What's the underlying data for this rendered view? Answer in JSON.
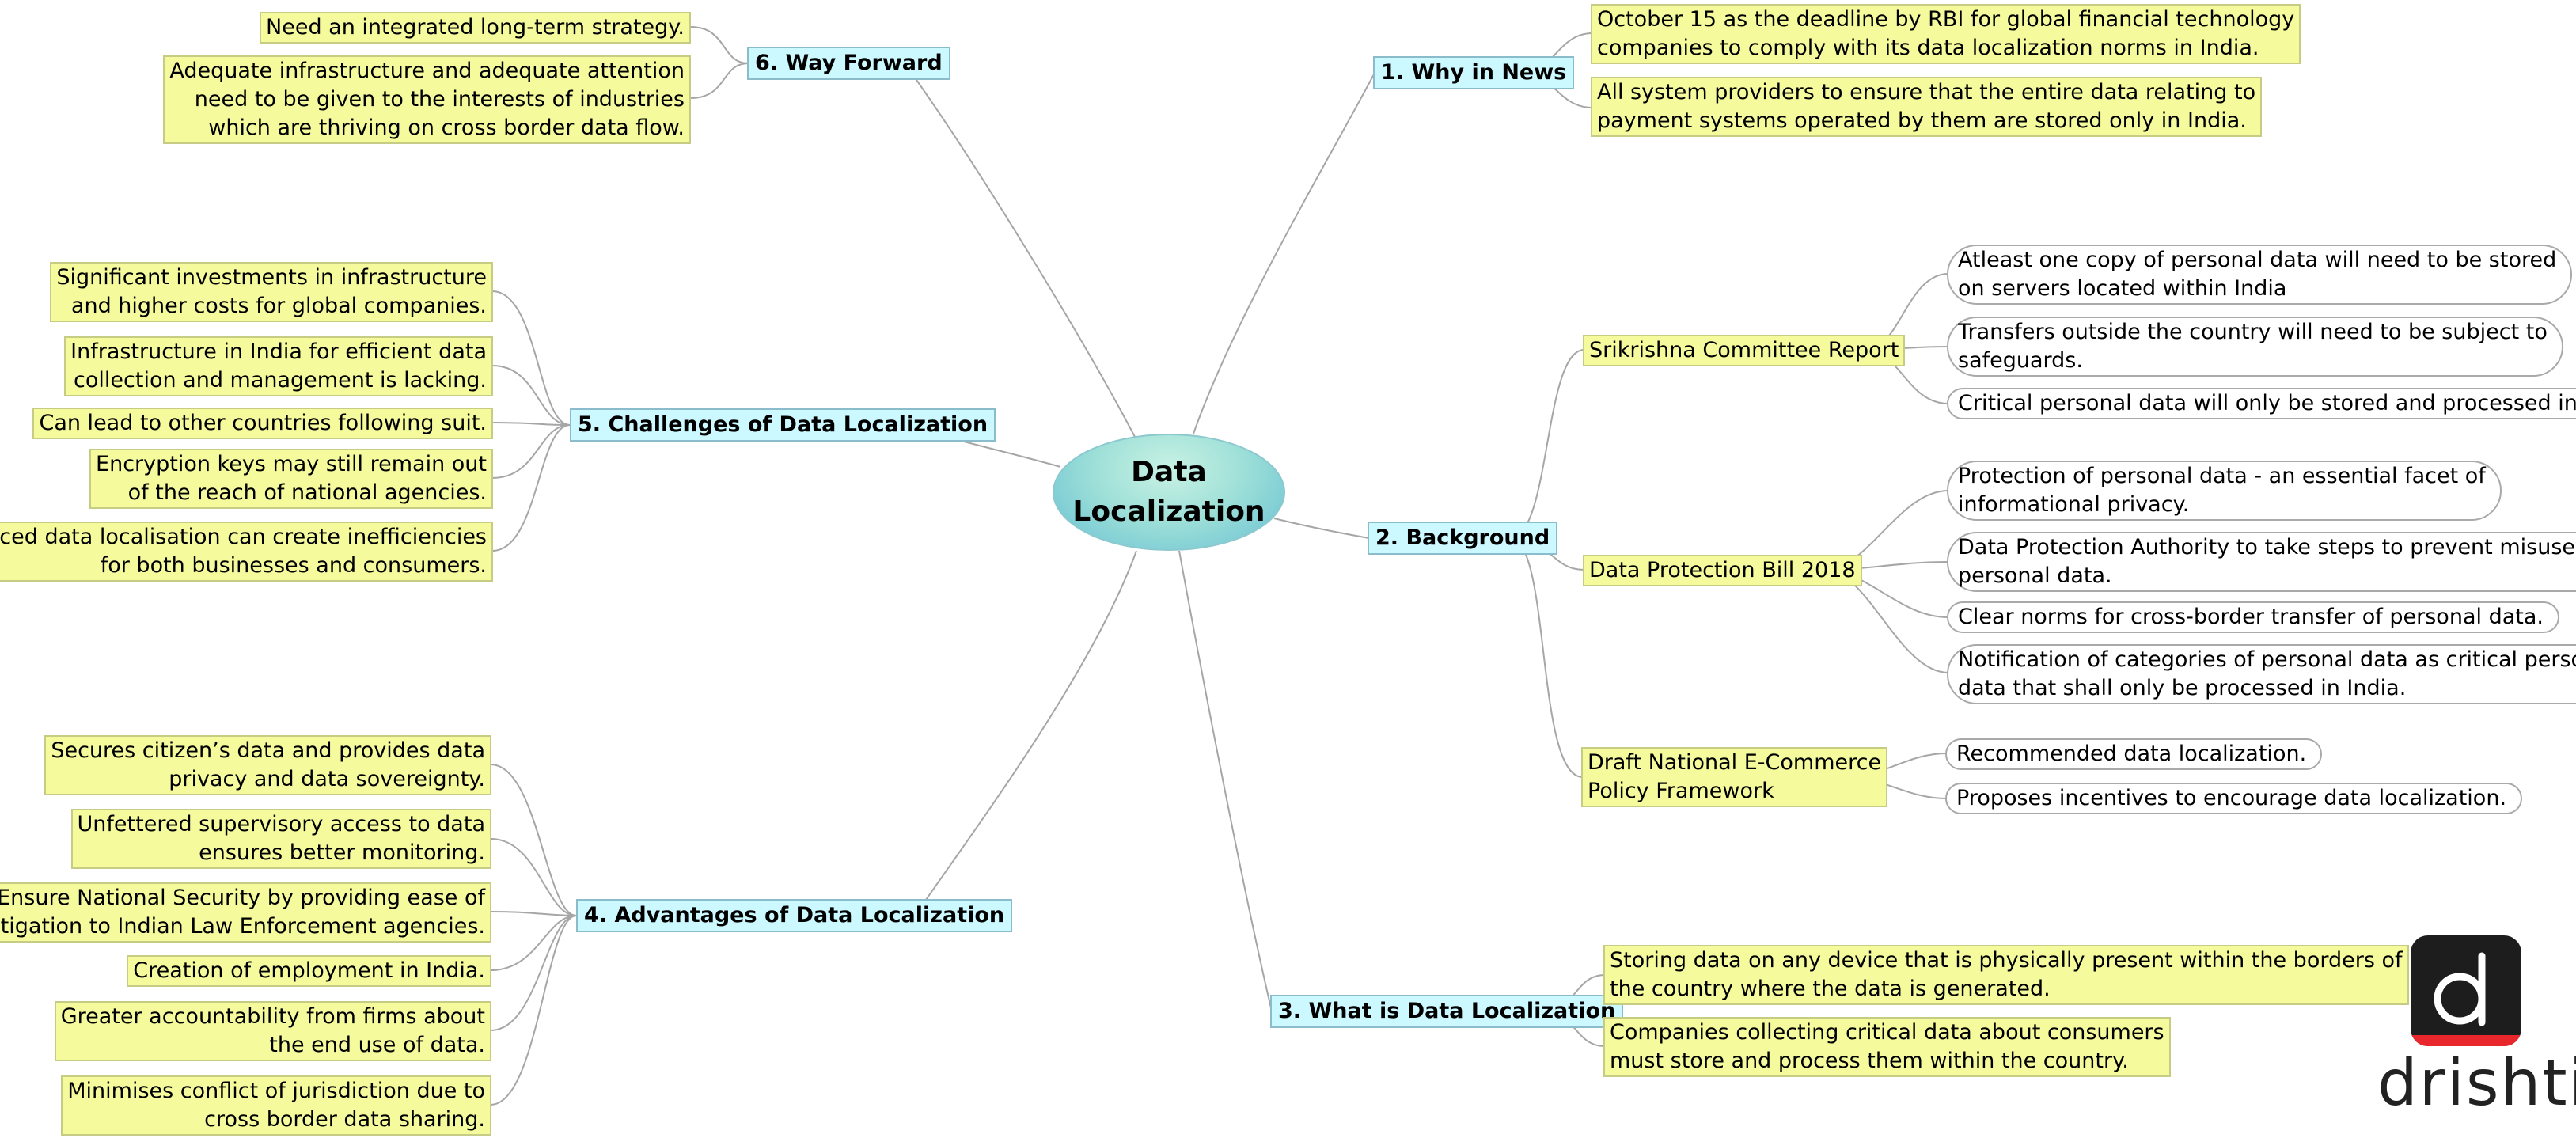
{
  "center": {
    "line1": "Data",
    "line2": "Localization"
  },
  "branches": {
    "why": {
      "label": "1. Why in News",
      "notes": [
        [
          "October 15 as the deadline by RBI for global financial technology",
          "companies to comply with its data localization norms in India."
        ],
        [
          "All system providers to ensure that the entire data relating to",
          "payment systems operated by them are stored only in India."
        ]
      ]
    },
    "background": {
      "label": "2. Background",
      "srikrishna": {
        "label": "Srikrishna Committee Report",
        "items": [
          [
            "Atleast one copy of personal data will need to be stored",
            "on servers located within India"
          ],
          [
            "Transfers outside the country will need to be subject to",
            "safeguards."
          ],
          [
            "Critical personal data will only be stored and processed in India."
          ]
        ]
      },
      "bill": {
        "label": "Data Protection Bill 2018",
        "items": [
          [
            "Protection of personal data - an essential facet of",
            "informational privacy."
          ],
          [
            "Data Protection Authority to take steps to prevent misuse of",
            "personal data."
          ],
          [
            "Clear norms for cross-border transfer of personal data."
          ],
          [
            "Notification of categories of personal data as critical personal",
            "data that shall only be processed in India."
          ]
        ]
      },
      "ecommerce": {
        "label": [
          "Draft National E-Commerce",
          "Policy Framework"
        ],
        "items": [
          [
            "Recommended data localization."
          ],
          [
            "Proposes incentives to encourage data localization."
          ]
        ]
      }
    },
    "what": {
      "label": "3. What is Data Localization",
      "notes": [
        [
          "Storing data on any device that is physically present within the borders of",
          "the country where the data is generated."
        ],
        [
          "Companies collecting critical data about consumers",
          "must store and process them within the country."
        ]
      ]
    },
    "advantages": {
      "label": "4. Advantages of Data Localization",
      "notes": [
        [
          "Secures citizen’s data and provides data",
          "privacy and data sovereignty."
        ],
        [
          "Unfettered supervisory access to data",
          "ensures better monitoring."
        ],
        [
          "Ensure National Security by providing ease of",
          "investigation to Indian Law Enforcement agencies."
        ],
        [
          "Creation of employment in India."
        ],
        [
          "Greater accountability from firms about",
          "the end use of data."
        ],
        [
          "Minimises conflict of jurisdiction due to",
          "cross border data sharing."
        ]
      ]
    },
    "challenges": {
      "label": "5. Challenges of Data Localization",
      "notes": [
        [
          "Significant investments in infrastructure",
          "and higher costs for global companies."
        ],
        [
          "Infrastructure in India for efficient data",
          "collection and management is lacking."
        ],
        [
          "Can lead to other countries following suit."
        ],
        [
          "Encryption keys may still remain out",
          "of the reach of national agencies."
        ],
        [
          "Forced data localisation can create inefficiencies",
          "for both businesses and consumers."
        ]
      ]
    },
    "forward": {
      "label": "6. Way Forward",
      "notes": [
        [
          "Need an integrated long-term strategy."
        ],
        [
          "Adequate infrastructure and adequate attention",
          "need to be given to the interests of industries",
          "which are thriving on cross border data flow."
        ]
      ]
    }
  },
  "logo": {
    "text": "drishti",
    "icon": "drishti-d-logo-icon"
  }
}
